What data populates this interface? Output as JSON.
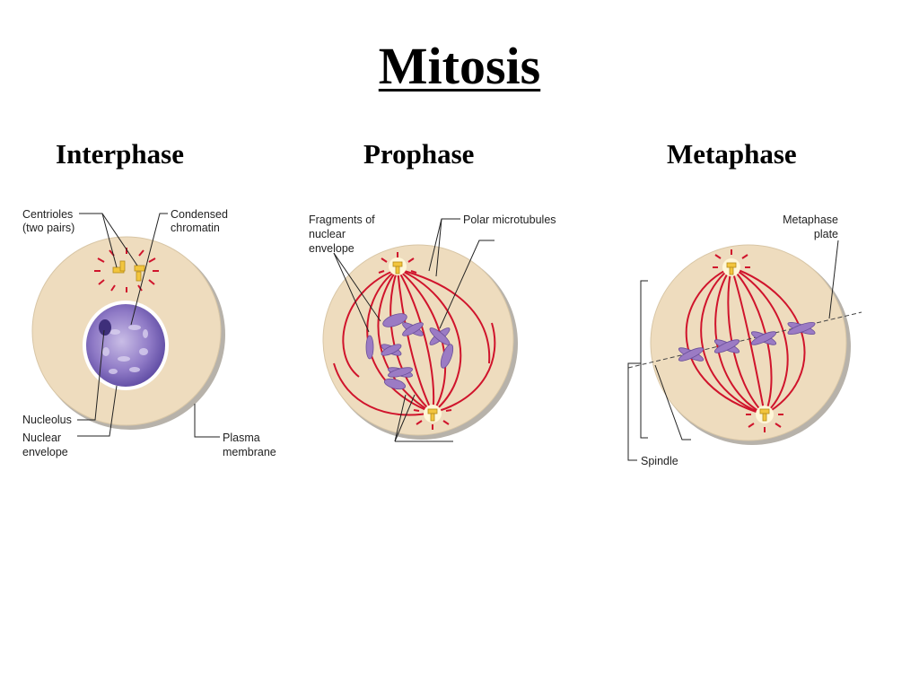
{
  "title": "Mitosis",
  "phases": [
    "Interphase",
    "Prophase",
    "Metaphase"
  ],
  "labels": {
    "interphase": {
      "centrioles": [
        "Centrioles",
        "(two pairs)"
      ],
      "condensed_chromatin": [
        "Condensed",
        "chromatin"
      ],
      "nucleolus": [
        "Nucleolus"
      ],
      "nuclear_envelope": [
        "Nuclear",
        "envelope"
      ],
      "plasma_membrane": [
        "Plasma",
        "membrane"
      ]
    },
    "prophase": {
      "fragments": [
        "Fragments of",
        "nuclear",
        "envelope"
      ],
      "polar_microtubules": [
        "Polar microtubules"
      ]
    },
    "metaphase": {
      "metaphase_plate": [
        "Metaphase",
        "plate"
      ],
      "spindle": [
        "Spindle"
      ]
    }
  },
  "colors": {
    "cell_fill": "#eedcbe",
    "cell_shadow": "#b7b2aa",
    "spindle_red": "#d0142c",
    "chromosome": "#9b7bc4",
    "nucleus": "#7a64b4",
    "centriole": "#f2c53d"
  }
}
